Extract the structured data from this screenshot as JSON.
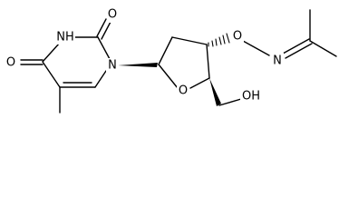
{
  "molecule": {
    "atoms": {
      "o_carbonyl_2": "O",
      "nh_3": "NH",
      "o_carbonyl_4": "O",
      "n_1": "N",
      "o_ring": "O",
      "o_oxime": "O",
      "n_oxime": "N",
      "oh_hydroxyl": "OH"
    }
  }
}
